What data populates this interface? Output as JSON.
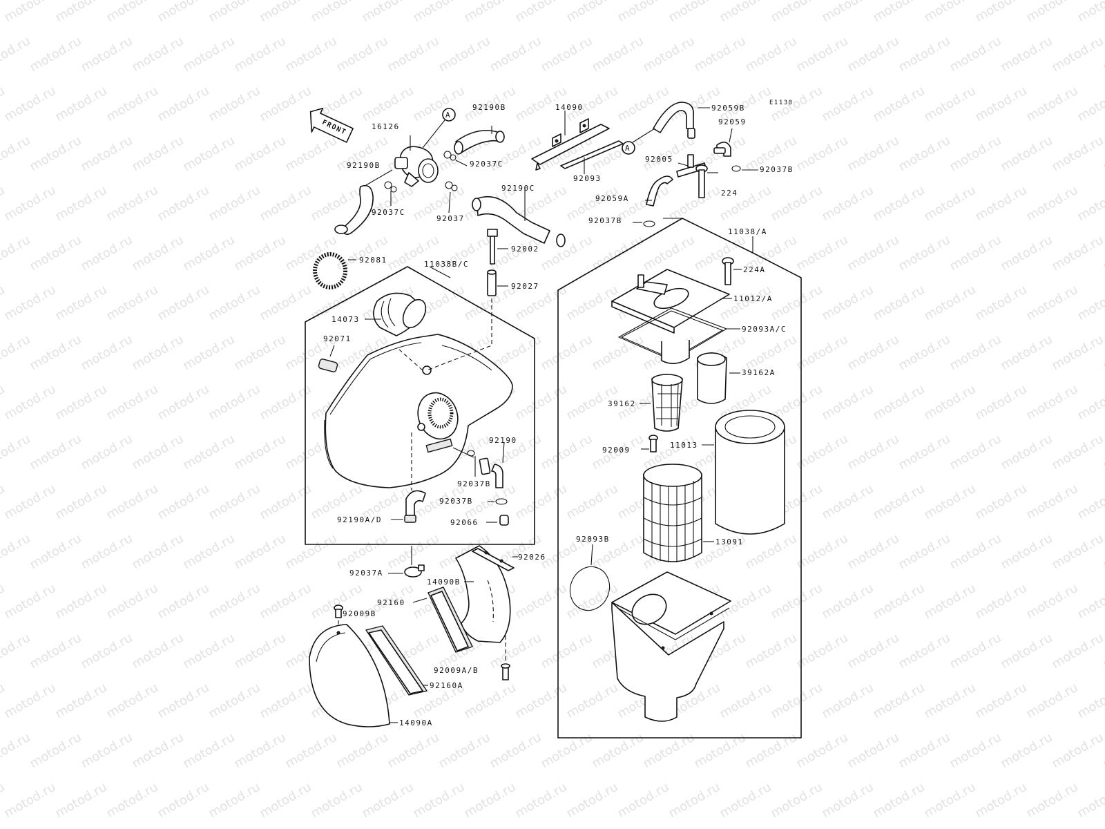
{
  "diagram": {
    "code": "E1130",
    "watermark": "motod.ru",
    "front_label": "FRONT",
    "callout_letter": "A",
    "labels": [
      {
        "id": "l-16126",
        "text": "16126"
      },
      {
        "id": "l-92190B-top",
        "text": "92190B"
      },
      {
        "id": "l-92037C-a",
        "text": "92037C"
      },
      {
        "id": "l-92190B-left",
        "text": "92190B"
      },
      {
        "id": "l-92037C-b",
        "text": "92037C"
      },
      {
        "id": "l-92037",
        "text": "92037"
      },
      {
        "id": "l-92190C",
        "text": "92190C"
      },
      {
        "id": "l-14090",
        "text": "14090"
      },
      {
        "id": "l-92093",
        "text": "92093"
      },
      {
        "id": "l-92059B",
        "text": "92059B"
      },
      {
        "id": "l-92059",
        "text": "92059"
      },
      {
        "id": "l-92005",
        "text": "92005"
      },
      {
        "id": "l-92037B-a",
        "text": "92037B"
      },
      {
        "id": "l-92059A",
        "text": "92059A"
      },
      {
        "id": "l-224",
        "text": "224"
      },
      {
        "id": "l-92037B-b",
        "text": "92037B"
      },
      {
        "id": "l-92002",
        "text": "92002"
      },
      {
        "id": "l-92081",
        "text": "92081"
      },
      {
        "id": "l-11038BC",
        "text": "11038B/C"
      },
      {
        "id": "l-92027",
        "text": "92027"
      },
      {
        "id": "l-11038A",
        "text": "11038/A"
      },
      {
        "id": "l-224A",
        "text": "224A"
      },
      {
        "id": "l-11012A",
        "text": "11012/A"
      },
      {
        "id": "l-14073",
        "text": "14073"
      },
      {
        "id": "l-92093AC",
        "text": "92093A/C"
      },
      {
        "id": "l-92071",
        "text": "92071"
      },
      {
        "id": "l-39162A",
        "text": "39162A"
      },
      {
        "id": "l-39162",
        "text": "39162"
      },
      {
        "id": "l-11013",
        "text": "11013"
      },
      {
        "id": "l-92009",
        "text": "92009"
      },
      {
        "id": "l-92190",
        "text": "92190"
      },
      {
        "id": "l-92037B-c",
        "text": "92037B"
      },
      {
        "id": "l-92037B-d",
        "text": "92037B"
      },
      {
        "id": "l-92066",
        "text": "92066"
      },
      {
        "id": "l-92190AD",
        "text": "92190A/D"
      },
      {
        "id": "l-13091",
        "text": "13091"
      },
      {
        "id": "l-92093B",
        "text": "92093B"
      },
      {
        "id": "l-92026",
        "text": "92026"
      },
      {
        "id": "l-92037A",
        "text": "92037A"
      },
      {
        "id": "l-14090B",
        "text": "14090B"
      },
      {
        "id": "l-92160",
        "text": "92160"
      },
      {
        "id": "l-92009B",
        "text": "92009B"
      },
      {
        "id": "l-92009AB",
        "text": "92009A/B"
      },
      {
        "id": "l-92160A",
        "text": "92160A"
      },
      {
        "id": "l-14090A",
        "text": "14090A"
      }
    ]
  }
}
